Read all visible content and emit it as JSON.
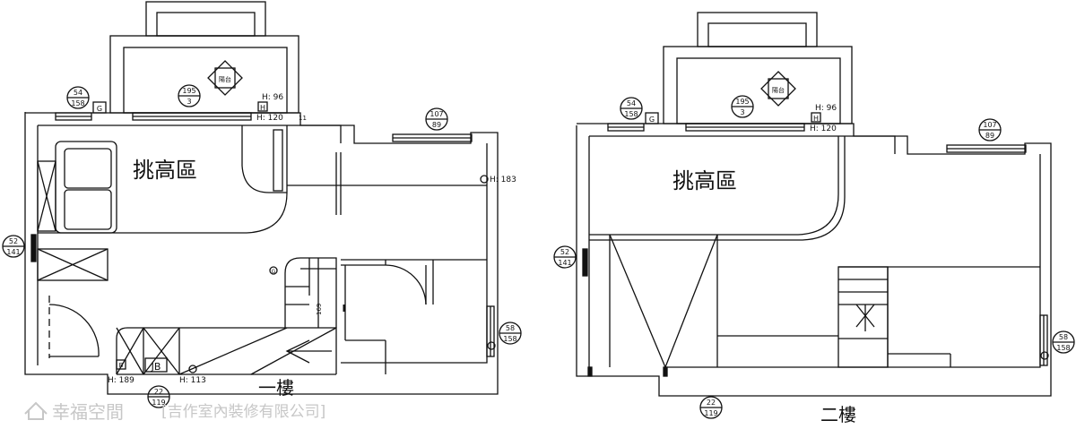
{
  "plans": [
    {
      "title": "一樓",
      "area_label": "挑高區",
      "balcony_label": "陽台",
      "window_tags": [
        {
          "top": "54",
          "bottom": "158"
        },
        {
          "top": "195",
          "bottom": "3"
        },
        {
          "top": "107",
          "bottom": "89"
        },
        {
          "top": "52",
          "bottom": "141"
        },
        {
          "top": "58",
          "bottom": "158"
        },
        {
          "top": "22",
          "bottom": "119"
        }
      ],
      "heights": [
        "H: 96",
        "H: 120",
        "H: 183",
        "H: 189",
        "H: 113"
      ],
      "symbols": {
        "h_box": "H",
        "g_box": "G",
        "g_circle": "G",
        "jb": "JB",
        "b": "B",
        "d11": "11",
        "d169": "169"
      }
    },
    {
      "title": "二樓",
      "area_label": "挑高區",
      "balcony_label": "陽台",
      "window_tags": [
        {
          "top": "54",
          "bottom": "158"
        },
        {
          "top": "195",
          "bottom": "3"
        },
        {
          "top": "107",
          "bottom": "89"
        },
        {
          "top": "52",
          "bottom": "141"
        },
        {
          "top": "58",
          "bottom": "158"
        },
        {
          "top": "22",
          "bottom": "119"
        }
      ],
      "heights": [
        "H: 96",
        "H: 120"
      ],
      "symbols": {
        "h_box": "H",
        "g_box": "G"
      }
    }
  ],
  "watermark": {
    "brand": "幸福空間",
    "studio": "[吉作室內裝修有限公司]"
  }
}
